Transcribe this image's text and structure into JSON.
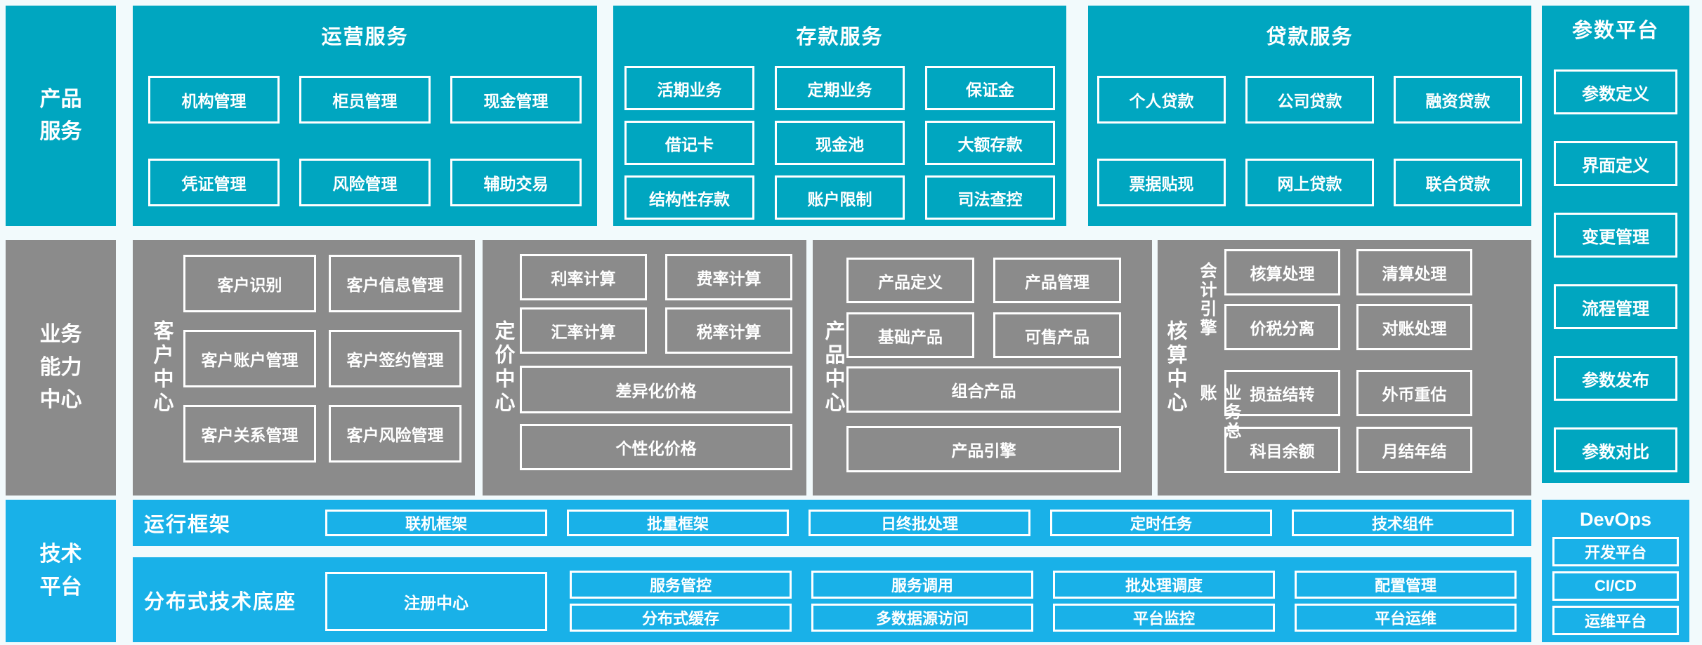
{
  "palette": {
    "section_teal": "#00a6c0",
    "section_gray": "#8b8b8b",
    "section_blue": "#19b1e8",
    "page_background": "#f2fafc",
    "box_border": "#ffffff",
    "text": "#ffffff"
  },
  "row_labels": {
    "product_services": "产品服务",
    "business_capability_center": "业务能力中心",
    "technology_platform": "技术平台"
  },
  "operation_services": {
    "title": "运营服务",
    "boxes": [
      "机构管理",
      "柜员管理",
      "现金管理",
      "凭证管理",
      "风险管理",
      "辅助交易"
    ]
  },
  "deposit_services": {
    "title": "存款服务",
    "boxes": [
      "活期业务",
      "定期业务",
      "保证金",
      "借记卡",
      "现金池",
      "大额存款",
      "结构性存款",
      "账户限制",
      "司法查控"
    ]
  },
  "loan_services": {
    "title": "贷款服务",
    "boxes": [
      "个人贷款",
      "公司贷款",
      "融资贷款",
      "票据贴现",
      "网上贷款",
      "联合贷款"
    ]
  },
  "parameter_platform": {
    "title": "参数平台",
    "boxes": [
      "参数定义",
      "界面定义",
      "变更管理",
      "流程管理",
      "参数发布",
      "参数对比"
    ]
  },
  "customer_center": {
    "label": "客户中心",
    "boxes": [
      "客户识别",
      "客户信息管理",
      "客户账户管理",
      "客户签约管理",
      "客户关系管理",
      "客户风险管理"
    ]
  },
  "pricing_center": {
    "label": "定价中心",
    "boxes": [
      "利率计算",
      "费率计算",
      "汇率计算",
      "税率计算"
    ],
    "wide_boxes": [
      "差异化价格",
      "个性化价格"
    ]
  },
  "product_center": {
    "label": "产品中心",
    "boxes": [
      "产品定义",
      "产品管理",
      "基础产品",
      "可售产品"
    ],
    "wide_boxes": [
      "组合产品",
      "产品引擎"
    ]
  },
  "accounting_center": {
    "label": "核算中心",
    "groups": [
      {
        "label": "会计引擎",
        "boxes": [
          "核算处理",
          "清算处理",
          "价税分离",
          "对账处理"
        ]
      },
      {
        "label": "业务总账",
        "boxes": [
          "损益结转",
          "外币重估",
          "科目余额",
          "月结年结"
        ]
      }
    ]
  },
  "runtime_framework": {
    "label": "运行框架",
    "boxes": [
      "联机框架",
      "批量框架",
      "日终批处理",
      "定时任务",
      "技术组件"
    ]
  },
  "distributed_base": {
    "label": "分布式技术底座",
    "registry_box": "注册中心",
    "grid_boxes": [
      "服务管控",
      "服务调用",
      "批处理调度",
      "配置管理",
      "分布式缓存",
      "多数据源访问",
      "平台监控",
      "平台运维"
    ]
  },
  "devops": {
    "title": "DevOps",
    "boxes": [
      "开发平台",
      "CI/CD",
      "运维平台"
    ]
  }
}
